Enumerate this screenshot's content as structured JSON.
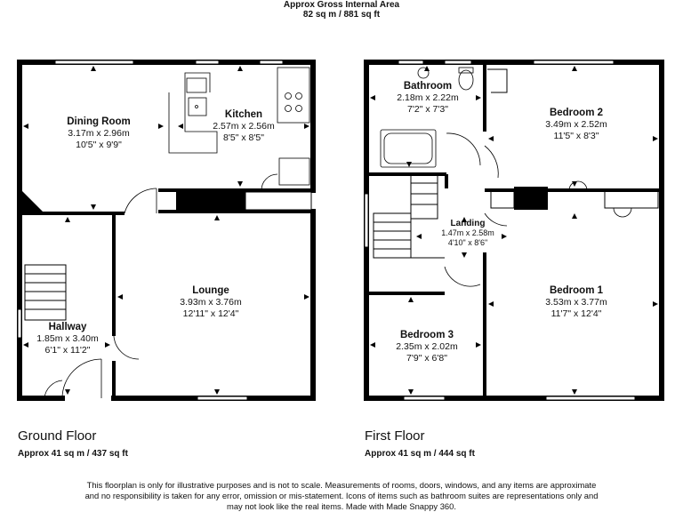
{
  "header": {
    "title": "Approx Gross Internal Area",
    "area": "82 sq m / 881 sq ft"
  },
  "ground_floor": {
    "title": "Ground Floor",
    "area": "Approx 41 sq m / 437 sq ft",
    "rooms": [
      {
        "name": "Dining Room",
        "metric": "3.17m x 2.96m",
        "imperial": "10'5\" x 9'9\""
      },
      {
        "name": "Kitchen",
        "metric": "2.57m x 2.56m",
        "imperial": "8'5\" x 8'5\""
      },
      {
        "name": "Lounge",
        "metric": "3.93m x 3.76m",
        "imperial": "12'11\" x 12'4\""
      },
      {
        "name": "Hallway",
        "metric": "1.85m x 3.40m",
        "imperial": "6'1\" x 11'2\""
      }
    ]
  },
  "first_floor": {
    "title": "First Floor",
    "area": "Approx 41 sq m / 444 sq ft",
    "rooms": [
      {
        "name": "Bathroom",
        "metric": "2.18m x 2.22m",
        "imperial": "7'2\" x 7'3\""
      },
      {
        "name": "Bedroom 2",
        "metric": "3.49m x 2.52m",
        "imperial": "11'5\" x 8'3\""
      },
      {
        "name": "Landing",
        "metric": "1.47m x 2.58m",
        "imperial": "4'10\" x 8'6\""
      },
      {
        "name": "Bedroom 1",
        "metric": "3.53m x 3.77m",
        "imperial": "11'7\" x 12'4\""
      },
      {
        "name": "Bedroom 3",
        "metric": "2.35m x 2.02m",
        "imperial": "7'9\" x 6'8\""
      }
    ]
  },
  "disclaimer": {
    "line1": "This floorplan is only for illustrative purposes and is not to scale. Measurements of rooms, doors, windows, and any items are approximate",
    "line2": "and no responsibility is taken for any error, omission or mis-statement. Icons of items such as bathroom suites are representations only and",
    "line3": "may not look like the real items. Made with Made Snappy 360."
  }
}
